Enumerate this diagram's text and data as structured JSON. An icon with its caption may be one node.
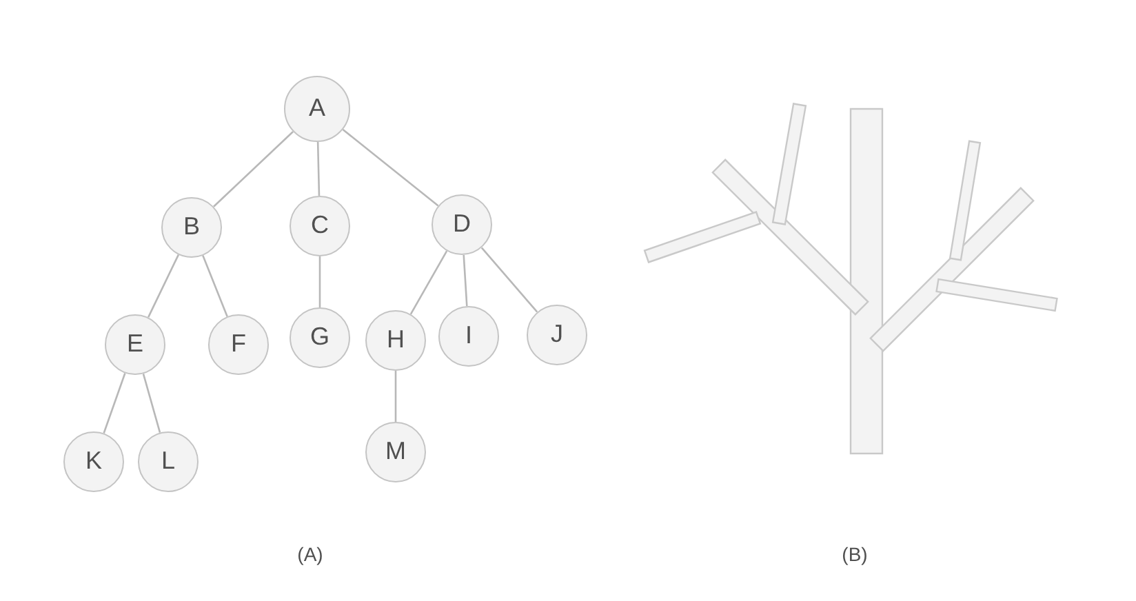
{
  "diagram": {
    "nodes": [
      {
        "text": [
          "A"
        ]
      },
      {
        "text": [
          "B"
        ]
      },
      {
        "text": [
          "C"
        ]
      },
      {
        "text": [
          "D"
        ]
      },
      {
        "text": [
          "E"
        ]
      },
      {
        "text": [
          "F"
        ]
      },
      {
        "text": [
          "G"
        ]
      },
      {
        "text": [
          "H"
        ]
      },
      {
        "text": [
          "I"
        ]
      },
      {
        "text": [
          "J"
        ]
      },
      {
        "text": [
          "K"
        ]
      },
      {
        "text": [
          "L"
        ]
      },
      {
        "text": [
          "M"
        ]
      }
    ],
    "edges": [
      {
        "from": 0,
        "to": 1,
        "arrow": "none"
      },
      {
        "from": 0,
        "to": 2,
        "arrow": "none"
      },
      {
        "from": 0,
        "to": 3,
        "arrow": "none"
      },
      {
        "from": 1,
        "to": 4,
        "arrow": "none"
      },
      {
        "from": 1,
        "to": 5,
        "arrow": "none"
      },
      {
        "from": 2,
        "to": 6,
        "arrow": "none"
      },
      {
        "from": 3,
        "to": 7,
        "arrow": "none"
      },
      {
        "from": 3,
        "to": 8,
        "arrow": "none"
      },
      {
        "from": 3,
        "to": 9,
        "arrow": "none"
      },
      {
        "from": 4,
        "to": 10,
        "arrow": "none"
      },
      {
        "from": 4,
        "to": 11,
        "arrow": "none"
      },
      {
        "from": 7,
        "to": 12,
        "arrow": "none"
      }
    ],
    "labels": [
      "(A)",
      "(B)"
    ]
  }
}
